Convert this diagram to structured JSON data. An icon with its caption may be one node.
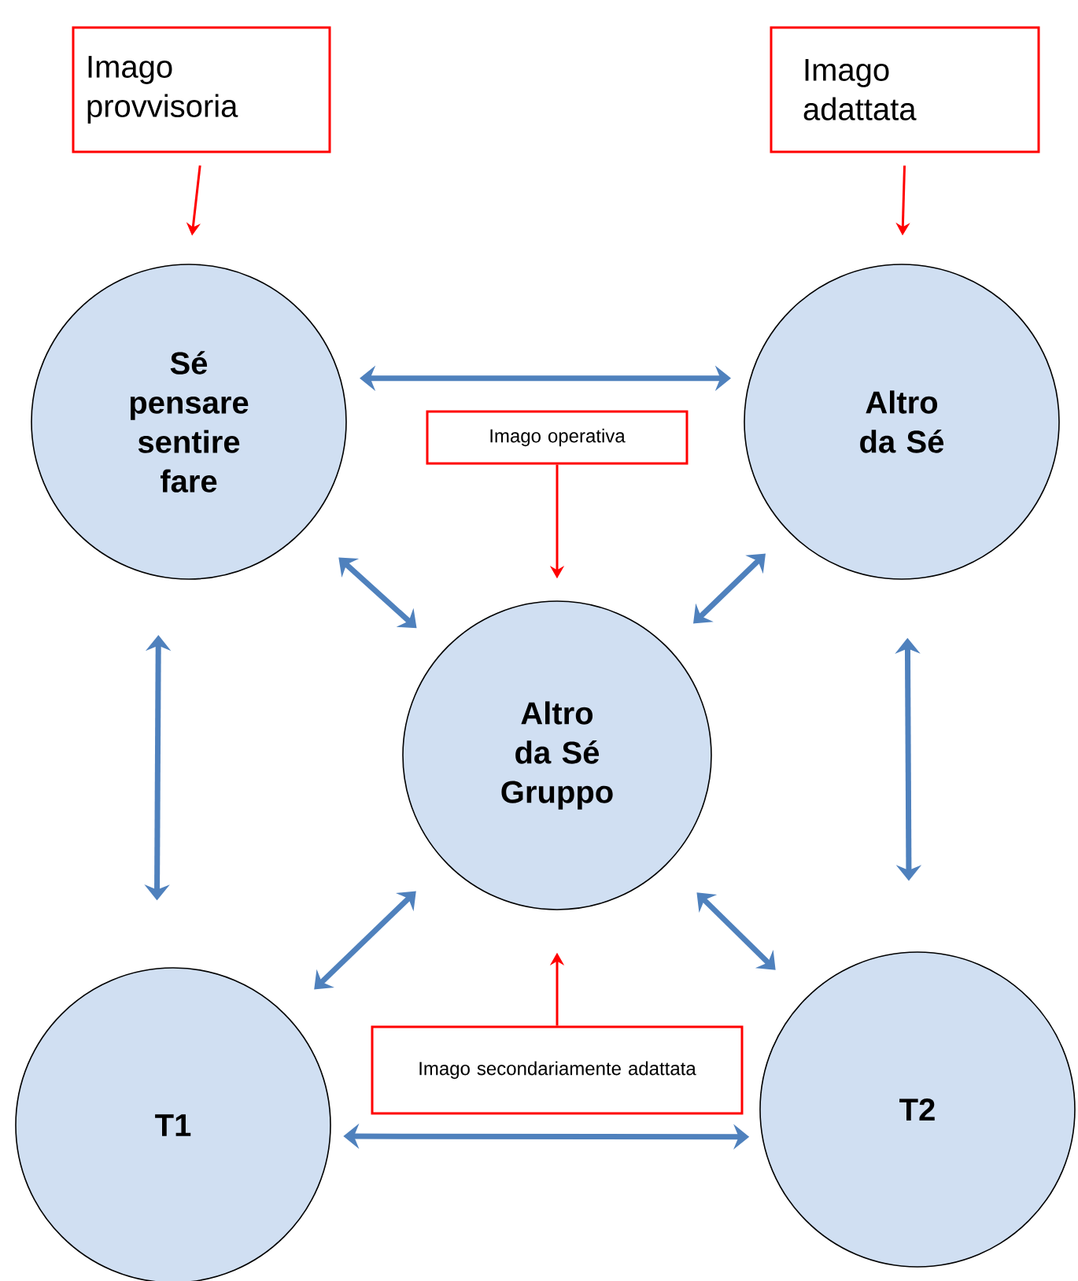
{
  "diagram": {
    "nodes": [
      {
        "text": [
          "Imago provvisoria"
        ]
      },
      {
        "text": [
          "Imago adattata"
        ]
      },
      {
        "text": [
          "Sé pensare sentire fare"
        ]
      },
      {
        "text": [
          "Altro da Sé"
        ]
      },
      {
        "text": [
          "Imago operativa"
        ]
      },
      {
        "text": [
          "Altro da Sé Gruppo"
        ]
      },
      {
        "text": [
          "T1"
        ]
      },
      {
        "text": [
          "T2"
        ]
      },
      {
        "text": [
          "Imago secondariamente adattata"
        ]
      }
    ],
    "edges": [
      {
        "from": 0,
        "to": 2,
        "arrow": "to",
        "color": "#ff0000"
      },
      {
        "from": 1,
        "to": 3,
        "arrow": "to",
        "color": "#ff0000"
      },
      {
        "from": 2,
        "to": 3,
        "arrow": "both"
      },
      {
        "from": 4,
        "to": 5,
        "arrow": "to",
        "color": "#ff0000"
      },
      {
        "from": 2,
        "to": 5,
        "arrow": "both"
      },
      {
        "from": 3,
        "to": 5,
        "arrow": "both"
      },
      {
        "from": 2,
        "to": 6,
        "arrow": "both"
      },
      {
        "from": 3,
        "to": 7,
        "arrow": "both"
      },
      {
        "from": 5,
        "to": 6,
        "arrow": "both"
      },
      {
        "from": 5,
        "to": 7,
        "arrow": "both"
      },
      {
        "from": 8,
        "to": 5,
        "arrow": "to",
        "color": "#ff0000"
      },
      {
        "from": 6,
        "to": 7,
        "arrow": "both"
      }
    ]
  }
}
